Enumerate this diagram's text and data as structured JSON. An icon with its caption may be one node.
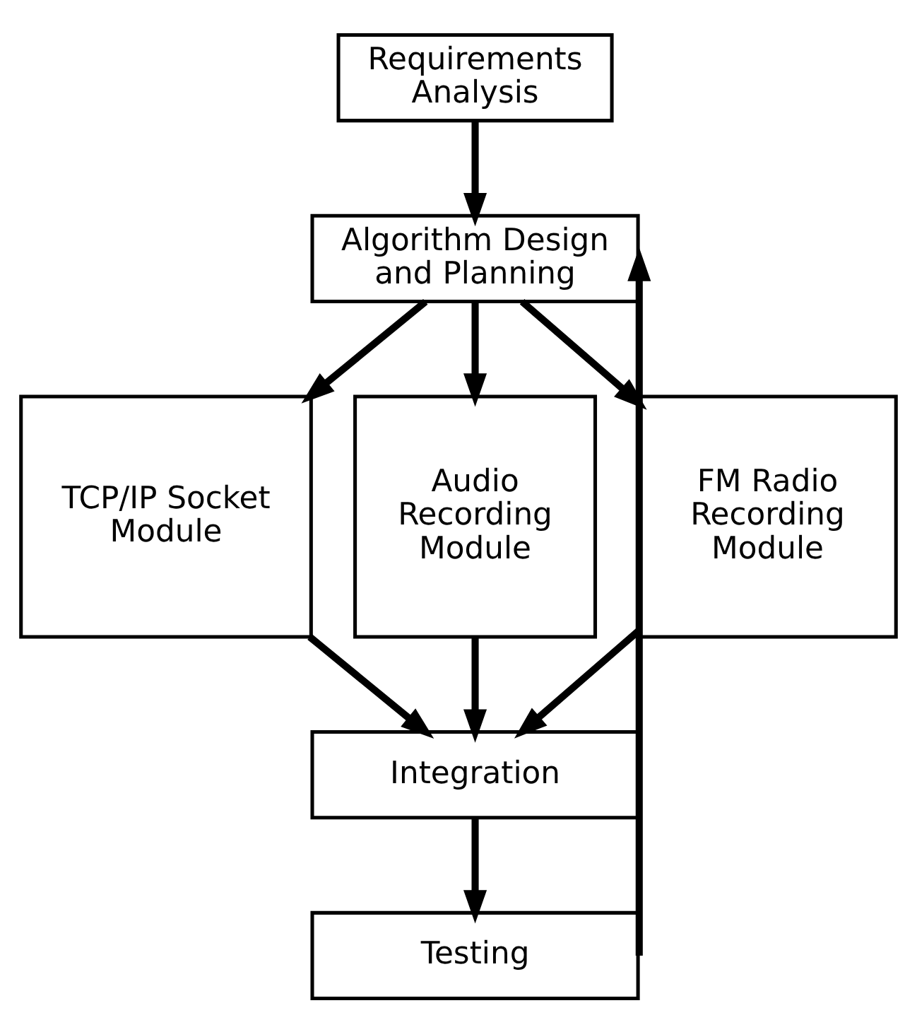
{
  "diagram": {
    "nodes": [
      {
        "text": [
          "Requirements Analysis"
        ]
      },
      {
        "text": [
          "Algorithm Design and Planning"
        ]
      },
      {
        "text": [
          "TCP/IP Socket Module"
        ]
      },
      {
        "text": [
          "Audio Recording Module"
        ]
      },
      {
        "text": [
          "FM Radio Recording Module"
        ]
      },
      {
        "text": [
          "Integration"
        ]
      },
      {
        "text": [
          "Testing"
        ]
      }
    ],
    "edges": [
      {
        "from": 0,
        "to": 1,
        "arrow": "to"
      },
      {
        "from": 1,
        "to": 2,
        "arrow": "to"
      },
      {
        "from": 1,
        "to": 3,
        "arrow": "to"
      },
      {
        "from": 1,
        "to": 4,
        "arrow": "to"
      },
      {
        "from": 2,
        "to": 5,
        "arrow": "to"
      },
      {
        "from": 3,
        "to": 5,
        "arrow": "to"
      },
      {
        "from": 4,
        "to": 5,
        "arrow": "to"
      },
      {
        "from": 5,
        "to": 6,
        "arrow": "to"
      },
      {
        "from": 6,
        "to": 1,
        "arrow": "to"
      }
    ]
  }
}
